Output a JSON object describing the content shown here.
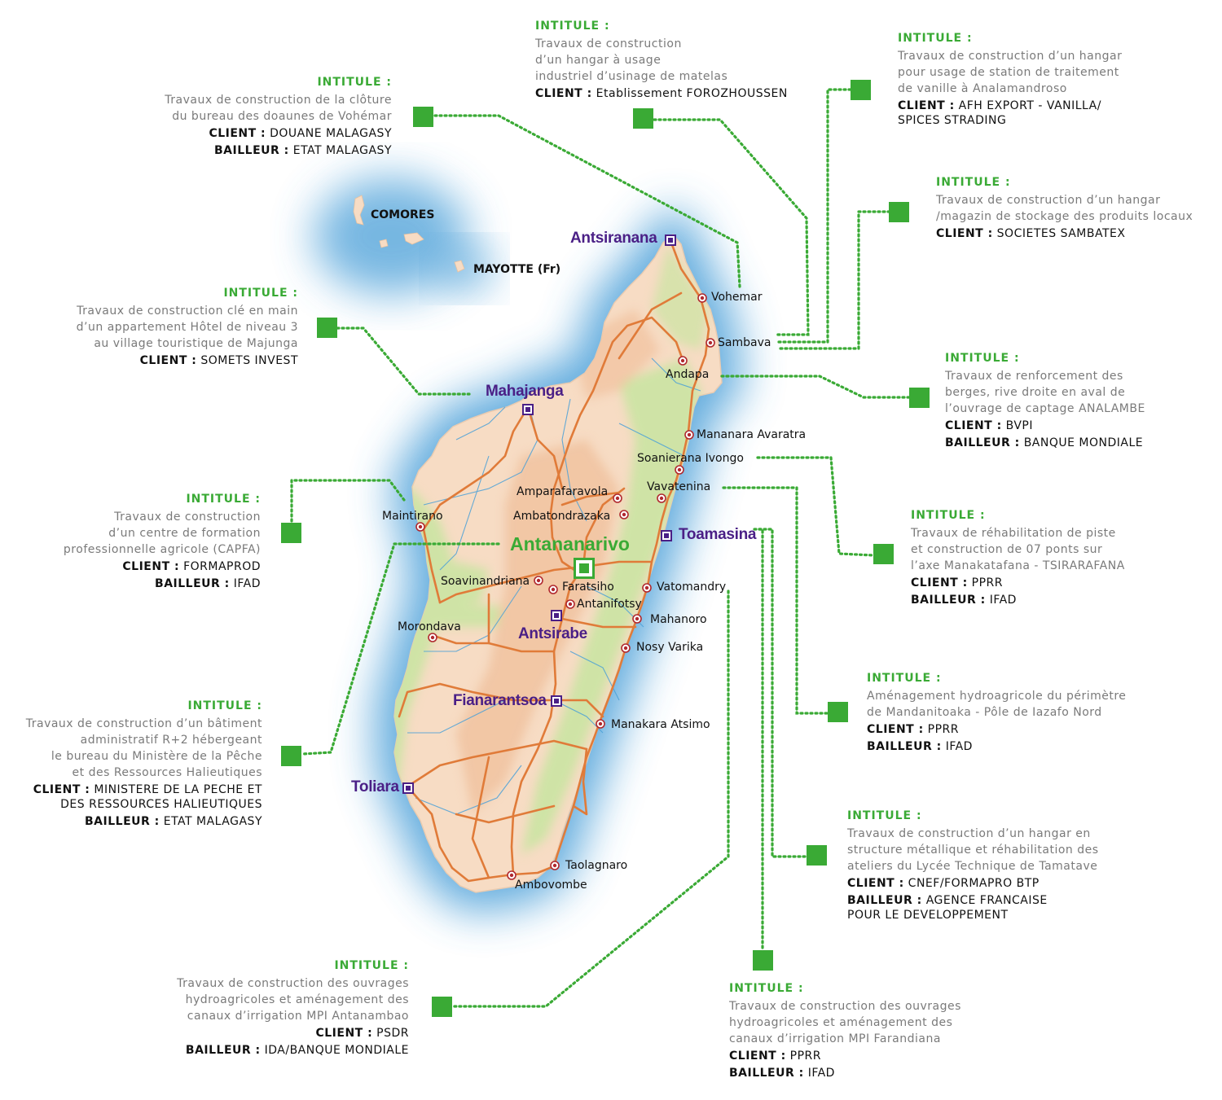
{
  "islands": {
    "comoros": "COMORES",
    "mayotte": "MAYOTTE (Fr)"
  },
  "capital": "Antananarivo",
  "regional_capitals": [
    "Antsiranana",
    "Mahajanga",
    "Toamasina",
    "Antsirabe",
    "Fianarantsoa",
    "Toliara"
  ],
  "towns": [
    "Vohemar",
    "Sambava",
    "Andapa",
    "Mananara Avaratra",
    "Soanierana Ivongo",
    "Vavatenina",
    "Amparafaravola",
    "Ambatondrazaka",
    "Maintirano",
    "Soavinandriana",
    "Faratsiho",
    "Antanifotsy",
    "Vatomandry",
    "Mahanoro",
    "Morondava",
    "Nosy Varika",
    "Manakara Atsimo",
    "Taolagnaro",
    "Ambovombe"
  ],
  "labels": {
    "intitule": "INTITULE :",
    "client": "CLIENT :",
    "bailleur": "BAILLEUR :"
  },
  "projects": [
    {
      "desc": [
        "Travaux de construction de la clôture",
        "du bureau des doaunes de Vohémar"
      ],
      "client": [
        "DOUANE MALAGASY"
      ],
      "bailleur": [
        "ETAT MALAGASY"
      ]
    },
    {
      "desc": [
        "Travaux de construction",
        "d’un hangar à usage",
        "industriel d’usinage de matelas"
      ],
      "client": [
        "Etablissement FOROZHOUSSEN"
      ],
      "bailleur": []
    },
    {
      "desc": [
        "Travaux de construction d’un hangar",
        "pour usage de station de traitement",
        "de vanille à Analamandroso"
      ],
      "client": [
        "AFH EXPORT - VANILLA/",
        "SPICES STRADING"
      ],
      "bailleur": []
    },
    {
      "desc": [
        "Travaux de construction d’un hangar",
        "/magazin de stockage des produits locaux"
      ],
      "client": [
        "SOCIETES SAMBATEX"
      ],
      "bailleur": []
    },
    {
      "desc": [
        "Travaux de construction clé en main",
        "d’un appartement Hôtel de niveau 3",
        "au village touristique de Majunga"
      ],
      "client": [
        "SOMETS INVEST"
      ],
      "bailleur": []
    },
    {
      "desc": [
        "Travaux de renforcement des",
        "berges, rive droite en aval de",
        "l’ouvrage de captage ANALAMBE"
      ],
      "client": [
        "BVPI"
      ],
      "bailleur": [
        "BANQUE MONDIALE"
      ]
    },
    {
      "desc": [
        "Travaux de construction",
        "d’un centre de formation",
        "professionnelle agricole (CAPFA)"
      ],
      "client": [
        "FORMAPROD"
      ],
      "bailleur": [
        "IFAD"
      ]
    },
    {
      "desc": [
        "Travaux de réhabilitation de piste",
        "et construction de 07 ponts sur",
        "l’axe Manakatafana - TSIRARAFANA"
      ],
      "client": [
        "PPRR"
      ],
      "bailleur": [
        "IFAD"
      ]
    },
    {
      "desc": [
        "Aménagement hydroagricole du périmètre",
        "de Mandanitoaka - Pôle de Iazafo Nord"
      ],
      "client": [
        "PPRR"
      ],
      "bailleur": [
        "IFAD"
      ]
    },
    {
      "desc": [
        "Travaux de construction d’un bâtiment",
        "administratif R+2 hébergeant",
        "le bureau du Ministère de la Pêche",
        "et des Ressources Halieutiques"
      ],
      "client": [
        "MINISTERE DE LA PECHE ET",
        "DES RESSOURCES HALIEUTIQUES"
      ],
      "bailleur": [
        "ETAT MALAGASY"
      ]
    },
    {
      "desc": [
        "Travaux de construction d’un hangar en",
        "structure métallique et réhabilitation des",
        "ateliers du Lycée Technique de Tamatave"
      ],
      "client": [
        "CNEF/FORMAPRO BTP"
      ],
      "bailleur": [
        "AGENCE FRANCAISE",
        "POUR LE DEVELOPPEMENT"
      ]
    },
    {
      "desc": [
        "Travaux de construction des ouvrages",
        "hydroagricoles et aménagement des",
        "canaux d’irrigation MPI Antanambao"
      ],
      "client": [
        "PSDR"
      ],
      "bailleur": [
        "IDA/BANQUE MONDIALE"
      ]
    },
    {
      "desc": [
        "Travaux de construction des ouvrages",
        "hydroagricoles et aménagement des",
        "canaux d’irrigation MPI Farandiana"
      ],
      "client": [
        "PPRR"
      ],
      "bailleur": [
        "IFAD"
      ]
    }
  ],
  "colors": {
    "accent_green": "#3aaa35",
    "capital_purple": "#4a1f86",
    "road_orange": "#e07b39",
    "sea_blue": "#5aa9dd",
    "land": "#f7dcc4",
    "forest": "#cfe3a6",
    "town_marker": "#b0282e"
  }
}
